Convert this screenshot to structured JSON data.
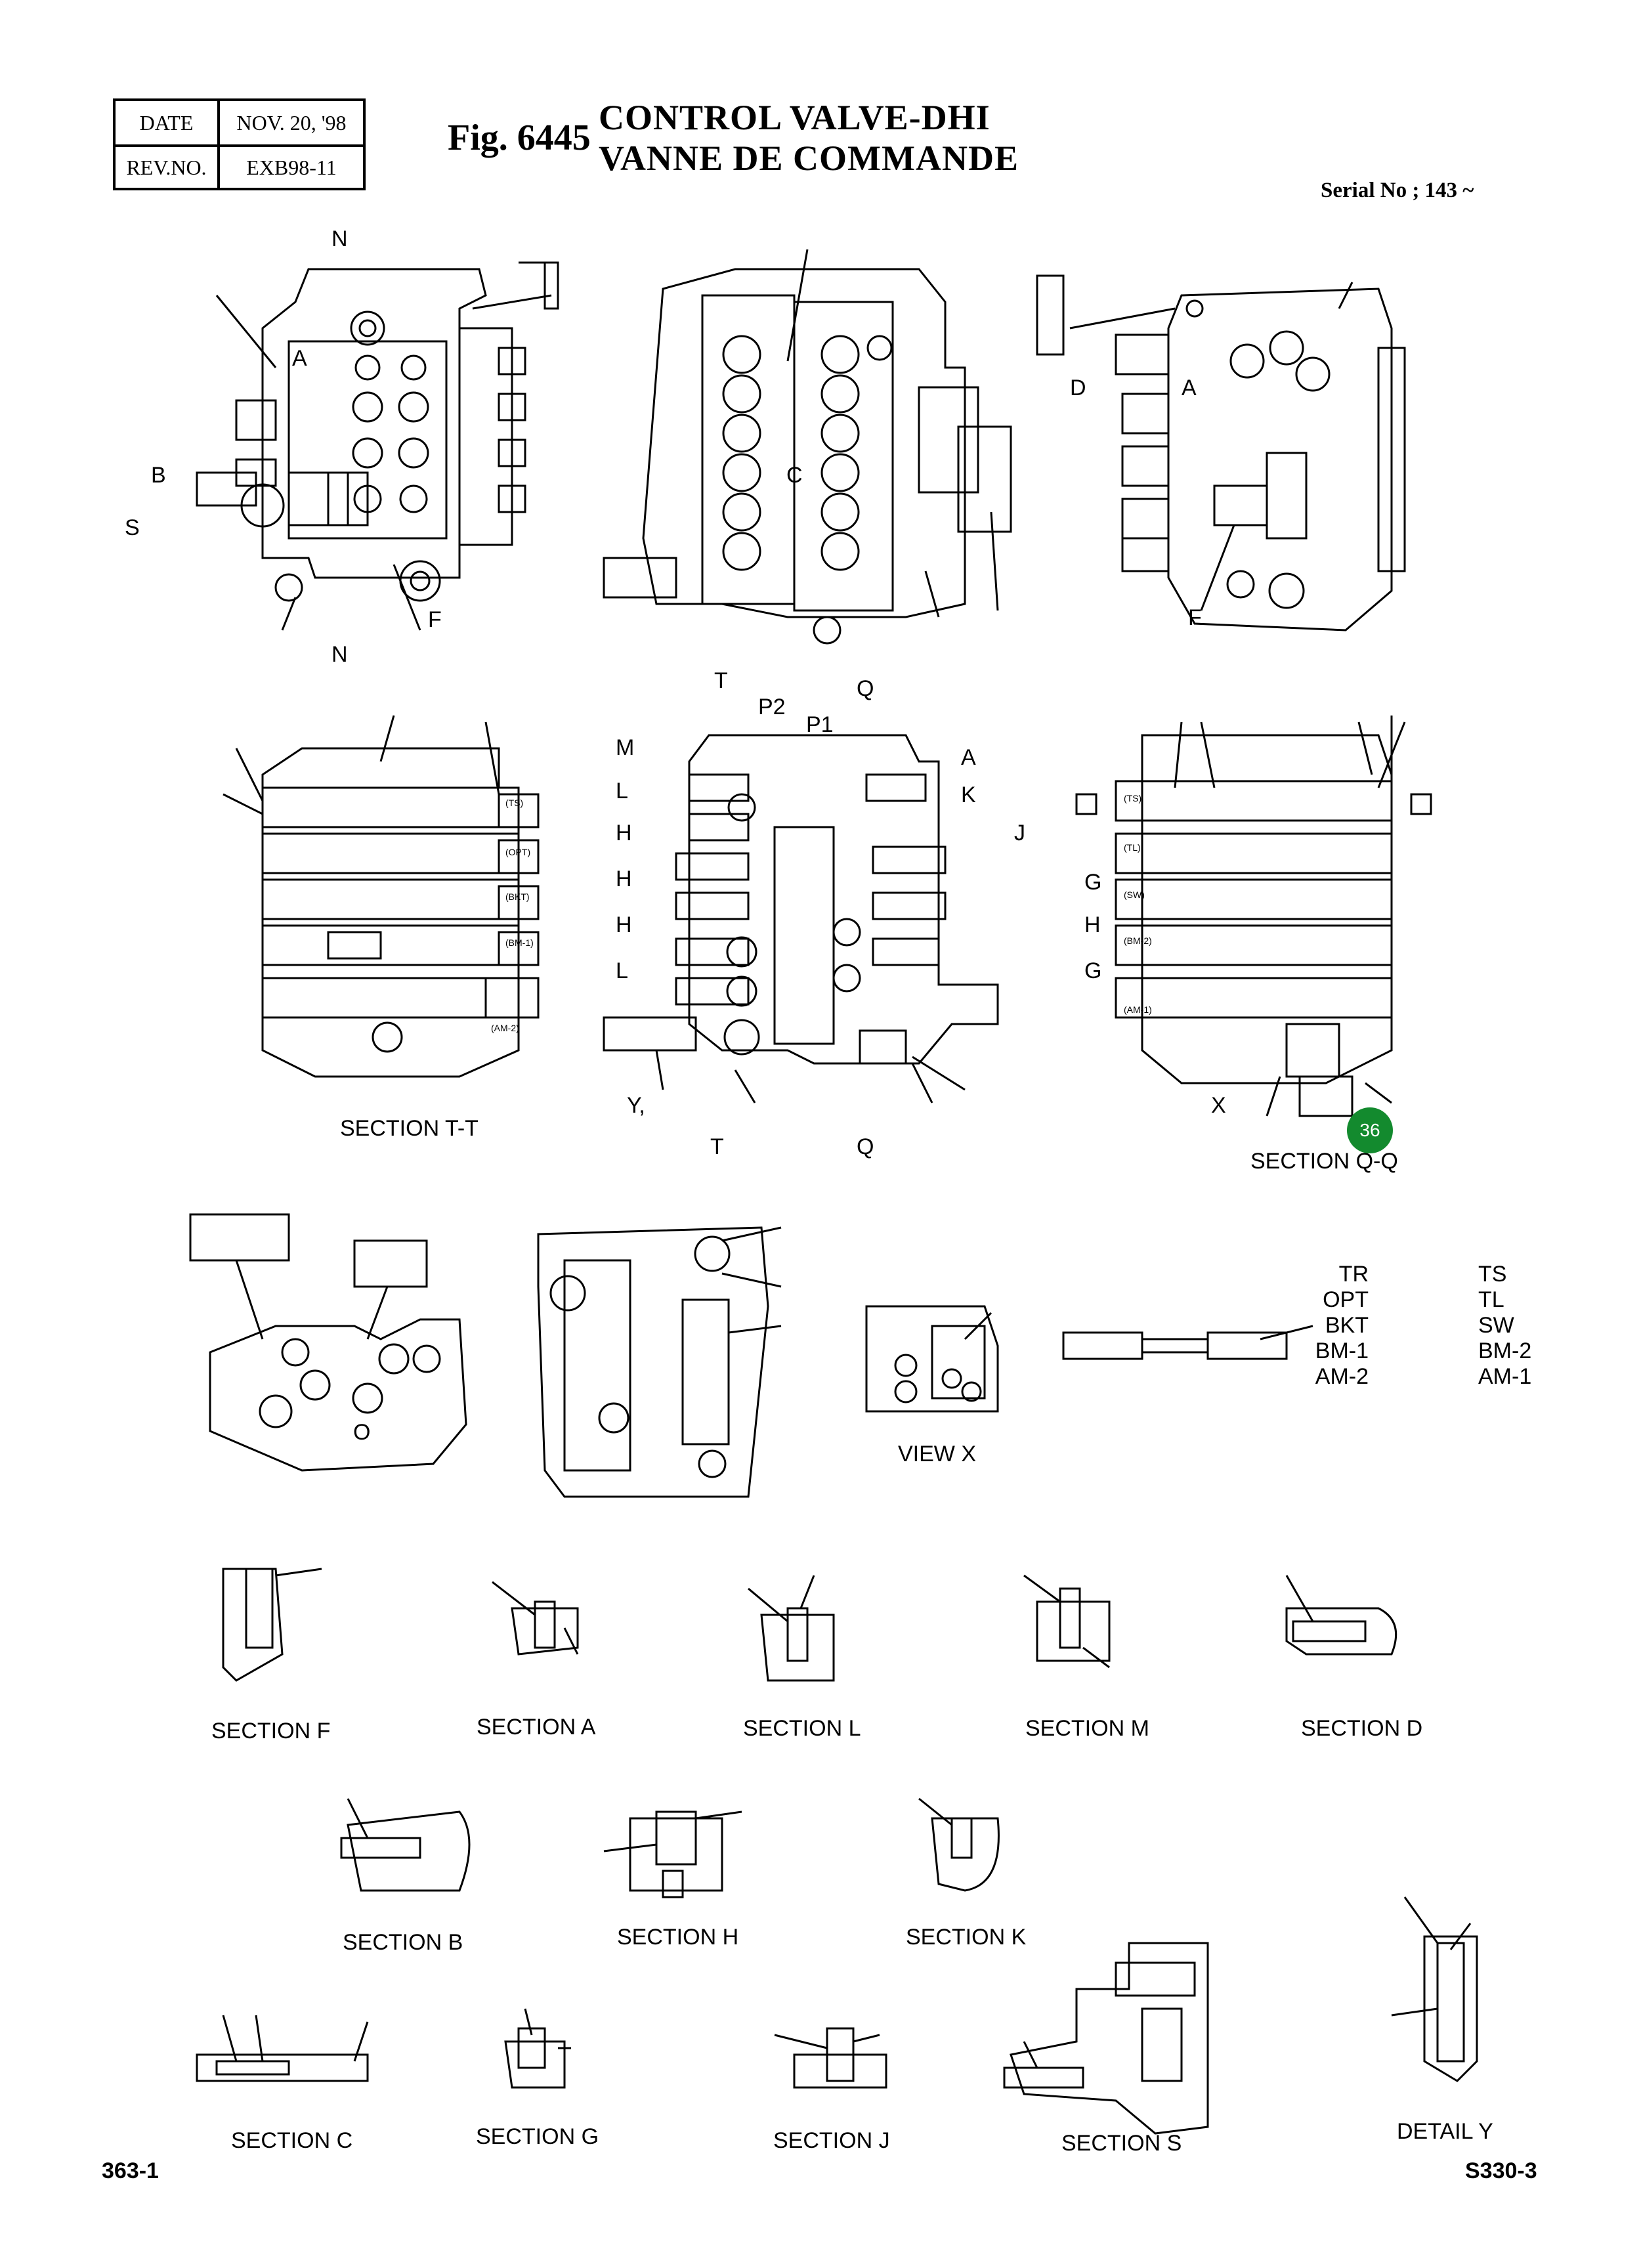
{
  "header": {
    "date_label": "DATE",
    "date_value": "NOV. 20, '98",
    "rev_label": "REV.NO.",
    "rev_value": "EXB98-11"
  },
  "figure": {
    "number": "Fig. 6445",
    "title_en": "CONTROL VALVE-DHI",
    "title_fr": "VANNE DE COMMANDE",
    "serial": "Serial No ; 143 ~"
  },
  "view_letters": {
    "n_top": "N",
    "a_left": "A",
    "b": "B",
    "s": "S",
    "f_left": "F",
    "n_bottom": "N",
    "c": "C",
    "d": "D",
    "a_right": "A",
    "f_right": "F",
    "t_top": "T",
    "p2": "P2",
    "p1": "P1",
    "q_top": "Q",
    "m": "M",
    "l1": "L",
    "h1": "H",
    "h2": "H",
    "h3": "H",
    "l2": "L",
    "a_mid": "A",
    "k": "K",
    "j": "J",
    "y": "Y,",
    "t_bottom": "T",
    "q_bottom": "Q",
    "g1": "G",
    "h4": "H",
    "g2": "G",
    "x": "X",
    "o": "O"
  },
  "section_captions": {
    "tt": "SECTION  T-T",
    "qq": "SECTION  Q-Q",
    "view_x": "VIEW X",
    "f": "SECTION  F",
    "a": "SECTION  A",
    "l": "SECTION  L",
    "m": "SECTION  M",
    "d": "SECTION  D",
    "b": "SECTION  B",
    "h": "SECTION  H",
    "k": "SECTION  K",
    "c": "SECTION  C",
    "g": "SECTION  G",
    "j": "SECTION  J",
    "s": "SECTION  S",
    "detail_y": "DETAIL  Y"
  },
  "spool_tags": {
    "ts": "(TS)",
    "opt": "(OPT)",
    "bkt": "(BKT)",
    "bm1": "(BM-1)",
    "am2": "(AM-2)",
    "tl": "(TL)",
    "sw": "(SW)",
    "bm2": "(BM-2)",
    "am1": "(AM-1)"
  },
  "legend": {
    "left": [
      "TR",
      "OPT",
      "BKT",
      "BM-1",
      "AM-2"
    ],
    "right": [
      "TS",
      "TL",
      "SW",
      "BM-2",
      "AM-1"
    ]
  },
  "callout": {
    "number": "36",
    "color": "#138a2e"
  },
  "footer": {
    "page": "363-1",
    "model": "S330-3"
  }
}
